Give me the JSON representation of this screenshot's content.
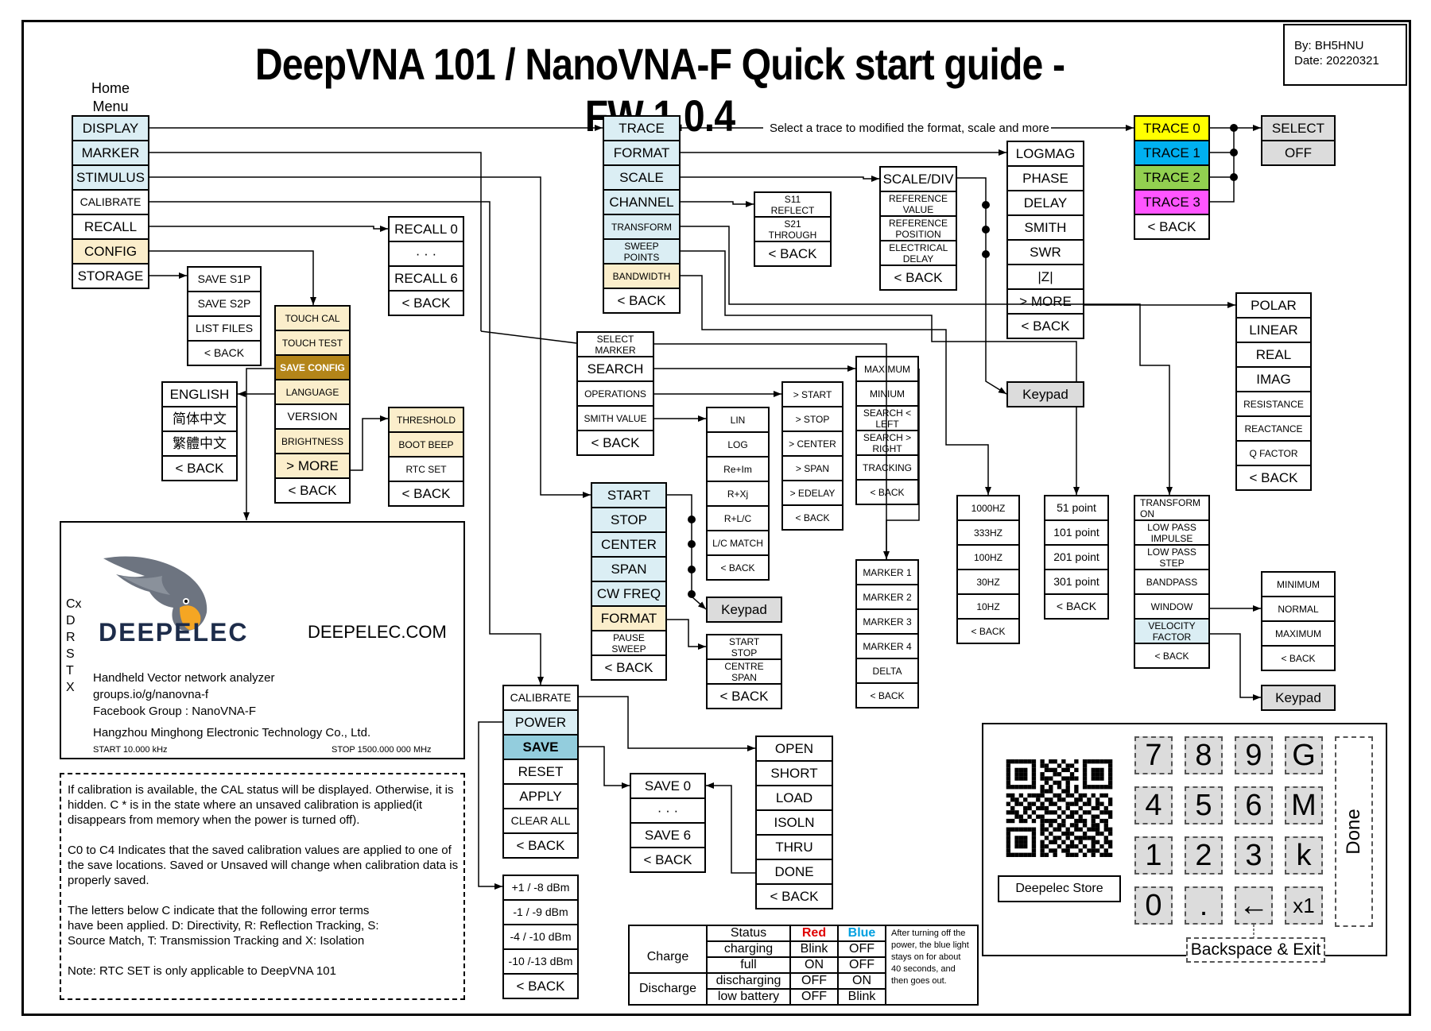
{
  "title": "DeepVNA 101 / NanoVNA-F Quick start guide - FW 1.0.4",
  "byline": {
    "author": "By: BH5HNU",
    "date": "Date: 20220321"
  },
  "home_label": [
    "Home",
    "Menu"
  ],
  "home_menu": [
    "DISPLAY",
    "MARKER",
    "STIMULUS",
    "CALIBRATE",
    "RECALL",
    "CONFIG",
    "STORAGE"
  ],
  "display_menu": [
    "TRACE",
    "FORMAT",
    "SCALE",
    "CHANNEL",
    "TRANSFORM",
    "SWEEP POINTS",
    "BANDWIDTH",
    "< BACK"
  ],
  "trace_note": "Select a trace to modified the format, scale and more",
  "trace_menu": [
    "TRACE 0",
    "TRACE 1",
    "TRACE 2",
    "TRACE 3",
    "< BACK"
  ],
  "select_menu": [
    "SELECT",
    "OFF"
  ],
  "format_menu": [
    "LOGMAG",
    "PHASE",
    "DELAY",
    "SMITH",
    "SWR",
    "|Z|",
    "> MORE",
    "< BACK"
  ],
  "polar_menu": [
    "POLAR",
    "LINEAR",
    "REAL",
    "IMAG",
    "RESISTANCE",
    "REACTANCE",
    "Q FACTOR",
    "< BACK"
  ],
  "scale_menu": [
    "SCALE/DIV",
    "REFERENCE VALUE",
    "REFERENCE POSITION",
    "ELECTRICAL DELAY",
    "< BACK"
  ],
  "channel_menu": [
    "S11 REFLECT",
    "S21 THROUGH",
    "< BACK"
  ],
  "recall_menu": [
    "RECALL 0",
    "· · ·",
    "RECALL 6",
    "< BACK"
  ],
  "storage_menu": [
    "SAVE S1P",
    "SAVE S2P",
    "LIST FILES",
    "< BACK"
  ],
  "config_menu": [
    "TOUCH CAL",
    "TOUCH TEST",
    "SAVE CONFIG",
    "LANGUAGE",
    "VERSION",
    "BRIGHTNESS",
    "> MORE",
    "< BACK"
  ],
  "language_menu": [
    "ENGLISH",
    "简体中文",
    "繁體中文",
    "< BACK"
  ],
  "more_config_menu": [
    "THRESHOLD",
    "BOOT BEEP",
    "RTC SET",
    "< BACK"
  ],
  "marker_menu": [
    "SELECT MARKER",
    "SEARCH",
    "OPERATIONS",
    "SMITH VALUE",
    "< BACK"
  ],
  "search_menu": [
    "MAXIMUM",
    "MINIUM",
    "SEARCH < LEFT",
    "SEARCH > RIGHT",
    "TRACKING",
    "< BACK"
  ],
  "operations_menu": [
    "> START",
    "> STOP",
    "> CENTER",
    "> SPAN",
    "> EDELAY",
    "< BACK"
  ],
  "smith_value_menu": [
    "LIN",
    "LOG",
    "Re+Im",
    "R+Xj",
    "R+L/C",
    "L/C MATCH",
    "< BACK"
  ],
  "select_marker_menu": [
    "MARKER 1",
    "MARKER 2",
    "MARKER 3",
    "MARKER 4",
    "DELTA",
    "< BACK"
  ],
  "bandwidth_menu": [
    "1000HZ",
    "333HZ",
    "100HZ",
    "30HZ",
    "10HZ",
    "< BACK"
  ],
  "sweep_points_menu": [
    "51 point",
    "101 point",
    "201 point",
    "301 point",
    "< BACK"
  ],
  "transform_menu": [
    "TRANSFORM ON",
    "LOW PASS IMPULSE",
    "LOW PASS STEP",
    "BANDPASS",
    "WINDOW",
    "VELOCITY FACTOR",
    "< BACK"
  ],
  "window_menu": [
    "MINIMUM",
    "NORMAL",
    "MAXIMUM",
    "< BACK"
  ],
  "stimulus_menu": [
    "START",
    "STOP",
    "CENTER",
    "SPAN",
    "CW FREQ",
    "FORMAT",
    "PAUSE SWEEP",
    "< BACK"
  ],
  "stim_format_menu": [
    "START STOP",
    "CENTRE SPAN",
    "< BACK"
  ],
  "calibrate_menu": [
    "CALIBRATE",
    "POWER",
    "SAVE",
    "RESET",
    "APPLY",
    "CLEAR ALL",
    "< BACK"
  ],
  "cal_save_menu": [
    "SAVE 0",
    "· · ·",
    "SAVE 6",
    "< BACK"
  ],
  "cal_steps_menu": [
    "OPEN",
    "SHORT",
    "LOAD",
    "ISOLN",
    "THRU",
    "DONE",
    "< BACK"
  ],
  "power_menu": [
    "+1 / -8 dBm",
    "-1 / -9 dBm",
    "-4 / -10 dBm",
    "-10 /-13 dBm",
    "< BACK"
  ],
  "keypad_label": "Keypad",
  "logo_panel": {
    "brand": "DEEPELEC",
    "site": "DEEPELEC.COM",
    "cal_letters": [
      "Cx",
      "D",
      "R",
      "S",
      "T",
      "X"
    ],
    "lines": [
      "Handheld Vector network analyzer",
      "groups.io/g/nanovna-f",
      "Facebook Group : NanoVNA-F",
      "Hangzhou Minghong Electronic Technology Co., Ltd."
    ],
    "start": "START 10.000 kHz",
    "stop": "STOP 1500.000 000 MHz"
  },
  "info_notes": [
    "If calibration is available, the CAL status will be displayed. Otherwise, it is hidden. C * is in the state where an unsaved calibration is applied(it disappears from memory when the power is turned off).",
    "C0 to C4 Indicates that the saved calibration values are applied to one of the save locations. Saved or Unsaved will change when calibration data is properly saved.",
    "The letters below C indicate that the following error terms have been applied. D: Directivity, R: Reflection Tracking, S: Source Match, T: Transmission Tracking and X: Isolation",
    "Note: RTC SET is only applicable to DeepVNA 101"
  ],
  "status_table": {
    "headers": [
      "Status",
      "Red",
      "Blue"
    ],
    "groups": [
      {
        "name": "Charge",
        "rows": [
          [
            "charging",
            "Blink",
            "OFF"
          ],
          [
            "full",
            "ON",
            "OFF"
          ]
        ]
      },
      {
        "name": "Discharge",
        "rows": [
          [
            "discharging",
            "OFF",
            "ON"
          ],
          [
            "low battery",
            "OFF",
            "Blink"
          ]
        ]
      }
    ],
    "note": "After turning off the power, the blue light stays on for about 40 seconds, and then goes out.",
    "red_color": "#e00000",
    "blue_color": "#00a0e0"
  },
  "keypad": {
    "keys": [
      [
        "7",
        "8",
        "9",
        "G"
      ],
      [
        "4",
        "5",
        "6",
        "M"
      ],
      [
        "1",
        "2",
        "3",
        "k"
      ],
      [
        "0",
        ".",
        "←",
        "x1"
      ]
    ],
    "done": "Done",
    "backspace_exit": "Backspace & Exit",
    "qr_caption": "Deepelec Store"
  }
}
